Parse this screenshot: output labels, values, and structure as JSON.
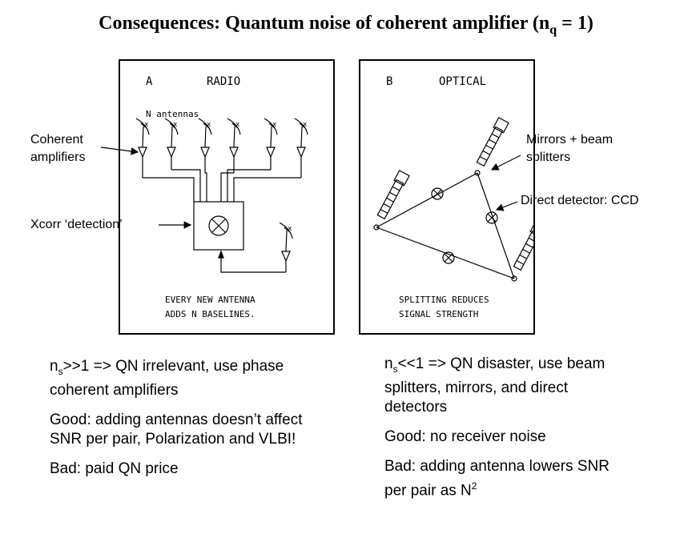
{
  "title": {
    "main": "Consequences: Quantum noise of coherent amplifier (n",
    "sub": "q",
    "tail": " = 1)"
  },
  "panelA": {
    "letter": "A",
    "heading": "RADIO",
    "antennas_label": "N antennas",
    "caption_line1": "EVERY NEW ANTENNA",
    "caption_line2": "ADDS N BASELINES."
  },
  "panelB": {
    "letter": "B",
    "heading": "OPTICAL",
    "caption_line1": "SPLITTING REDUCES",
    "caption_line2": "SIGNAL STRENGTH"
  },
  "labels": {
    "coherent_amps": "Coherent\namplifiers",
    "xcorr": "Xcorr ‘detection’",
    "mirrors": "Mirrors +  beam\nsplitters",
    "direct_detector": "Direct detector: CCD"
  },
  "left_text": {
    "p1_n": "n",
    "p1_sub": "s",
    "p1_rest": ">>1 => QN irrelevant, use phase coherent amplifiers",
    "p2": "Good: adding antennas doesn’t affect SNR per pair, Polarization and VLBI!",
    "p3": "Bad: paid QN price"
  },
  "right_text": {
    "p1_n": "n",
    "p1_sub": "s",
    "p1_rest": "<<1 => QN disaster, use beam splitters, mirrors, and direct detectors",
    "p2": "Good: no receiver noise",
    "p3_main": "Bad: adding antenna lowers SNR per pair as N",
    "p3_sup": "2"
  }
}
